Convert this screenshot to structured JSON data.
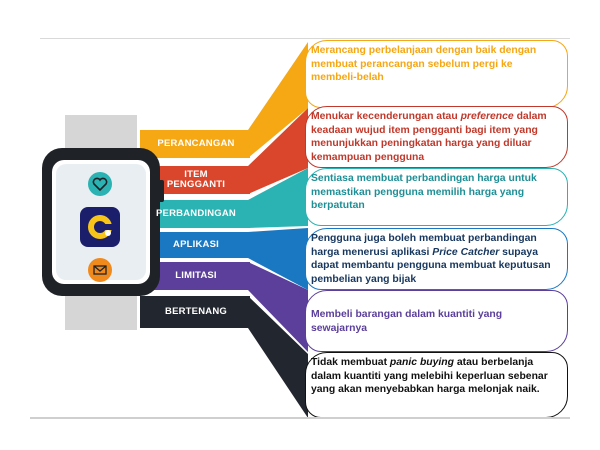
{
  "tabs": [
    {
      "label": "PERANCANGAN",
      "color": "#f5a714"
    },
    {
      "label": "ITEM PENGGANTI",
      "color": "#d9462b"
    },
    {
      "label": "PERBANDINGAN",
      "color": "#2bb2b2"
    },
    {
      "label": "APLIKASI",
      "color": "#1a78c2"
    },
    {
      "label": "LIMITASI",
      "color": "#5b3f9a"
    },
    {
      "label": "BERTENANG",
      "color": "#22262e"
    }
  ],
  "boxes": [
    {
      "text": "Merancang perbelanjaan dengan baik dengan membuat perancangan sebelum pergi ke membeli-belah",
      "color": "#f5a714"
    },
    {
      "pre": "Menukar kecenderungan atau ",
      "em": "preference",
      "post": " dalam keadaan wujud item pengganti bagi item yang menunjukkan peningkatan harga yang diluar kemampuan pengguna",
      "color": "#c0392b"
    },
    {
      "text": "Sentiasa membuat perbandingan harga untuk memastikan pengguna memilih harga yang berpatutan",
      "color": "#1f8f96"
    },
    {
      "pre": "Pengguna juga boleh membuat perbandingan harga menerusi aplikasi ",
      "em": "Price Catcher",
      "post": " supaya dapat membantu pengguna membuat keputusan pembelian yang bijak",
      "color": "#17375e"
    },
    {
      "text": "Membeli barangan dalam kuantiti yang sewajarnya",
      "color": "#5b3f9a"
    },
    {
      "pre": "Tidak membuat ",
      "em": "panic buying",
      "post": " atau berbelanja dalam kuantiti yang melebihi keperluan sebenar yang akan menyebabkan harga melonjak naik.",
      "color": "#111111"
    }
  ],
  "watch": {
    "strap_color": "#d0d0d0",
    "body_color": "#1f2227",
    "icons": [
      "heart-icon",
      "price-catcher-logo",
      "mail-icon"
    ],
    "icon_colors": [
      "#2bb2b2",
      "#f5a714",
      "#f08a1c"
    ]
  }
}
